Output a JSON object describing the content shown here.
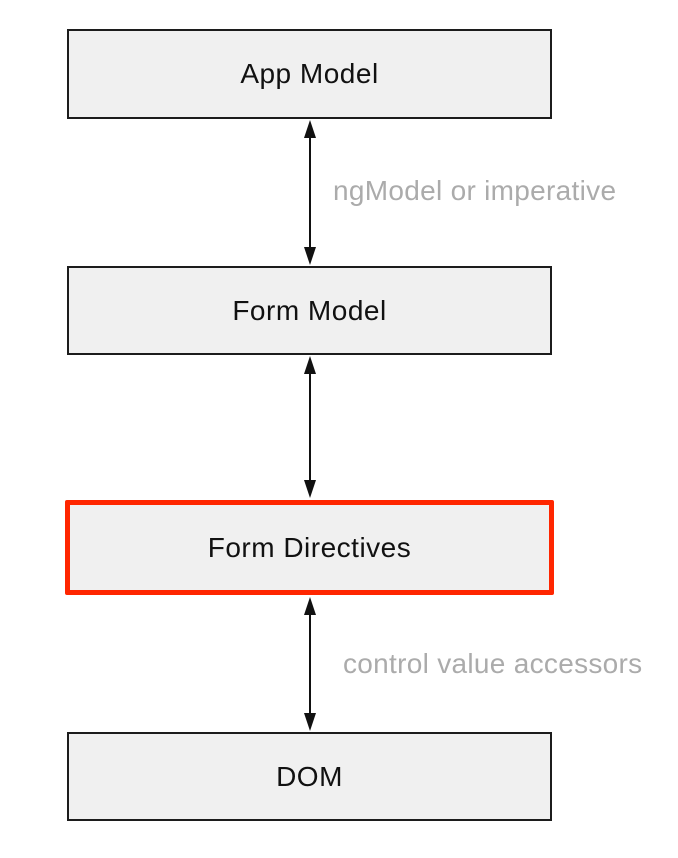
{
  "diagram": {
    "type": "flow-diagram",
    "nodes": [
      {
        "id": "app-model",
        "label": "App Model",
        "highlighted": false
      },
      {
        "id": "form-model",
        "label": "Form Model",
        "highlighted": false
      },
      {
        "id": "form-directives",
        "label": "Form Directives",
        "highlighted": true
      },
      {
        "id": "dom",
        "label": "DOM",
        "highlighted": false
      }
    ],
    "edges": [
      {
        "from": "app-model",
        "to": "form-model",
        "bidirectional": true,
        "label": "ngModel or imperative"
      },
      {
        "from": "form-model",
        "to": "form-directives",
        "bidirectional": true,
        "label": ""
      },
      {
        "from": "form-directives",
        "to": "dom",
        "bidirectional": true,
        "label": "control value accessors"
      }
    ],
    "colors": {
      "background": "#ffffff",
      "node_fill": "#f0f0f0",
      "node_border": "#1c1c1c",
      "highlight_border": "#ff2600",
      "node_text": "#111111",
      "edge_label_text": "#ababab",
      "arrow": "#111111"
    }
  }
}
